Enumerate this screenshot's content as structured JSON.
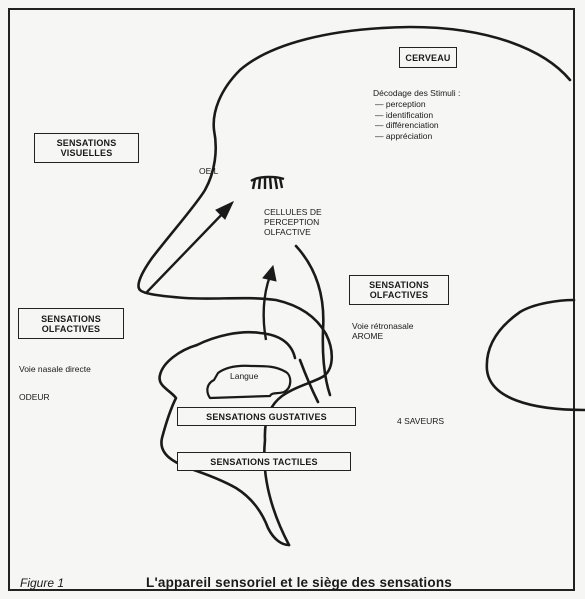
{
  "labels": {
    "cerveau": "CERVEAU",
    "decodage_title": "Décodage des Stimuli :",
    "decodage_items": [
      "perception",
      "identification",
      "différenciation",
      "appréciation"
    ],
    "sensations_visuelles": "SENSATIONS VISUELLES",
    "oeil": "OEIL",
    "cellules": "CELLULES DE PERCEPTION OLFACTIVE",
    "sensations_olfactives_right": "SENSATIONS OLFACTIVES",
    "voie_retronasale": "Voie rétronasale",
    "arome": "AROME",
    "sensations_olfactives_left": "SENSATIONS OLFACTIVES",
    "voie_nasale": "Voie nasale directe",
    "odeur": "ODEUR",
    "langue": "Langue",
    "sensations_gustatives": "SENSATIONS GUSTATIVES",
    "quatre_saveurs": "4 SAVEURS",
    "sensations_tactiles": "SENSATIONS TACTILES"
  },
  "caption": {
    "figure": "Figure 1",
    "title": "L'appareil sensoriel et le siège des sensations"
  },
  "colors": {
    "ink": "#1a1a1a",
    "paper": "#f6f6f4"
  }
}
